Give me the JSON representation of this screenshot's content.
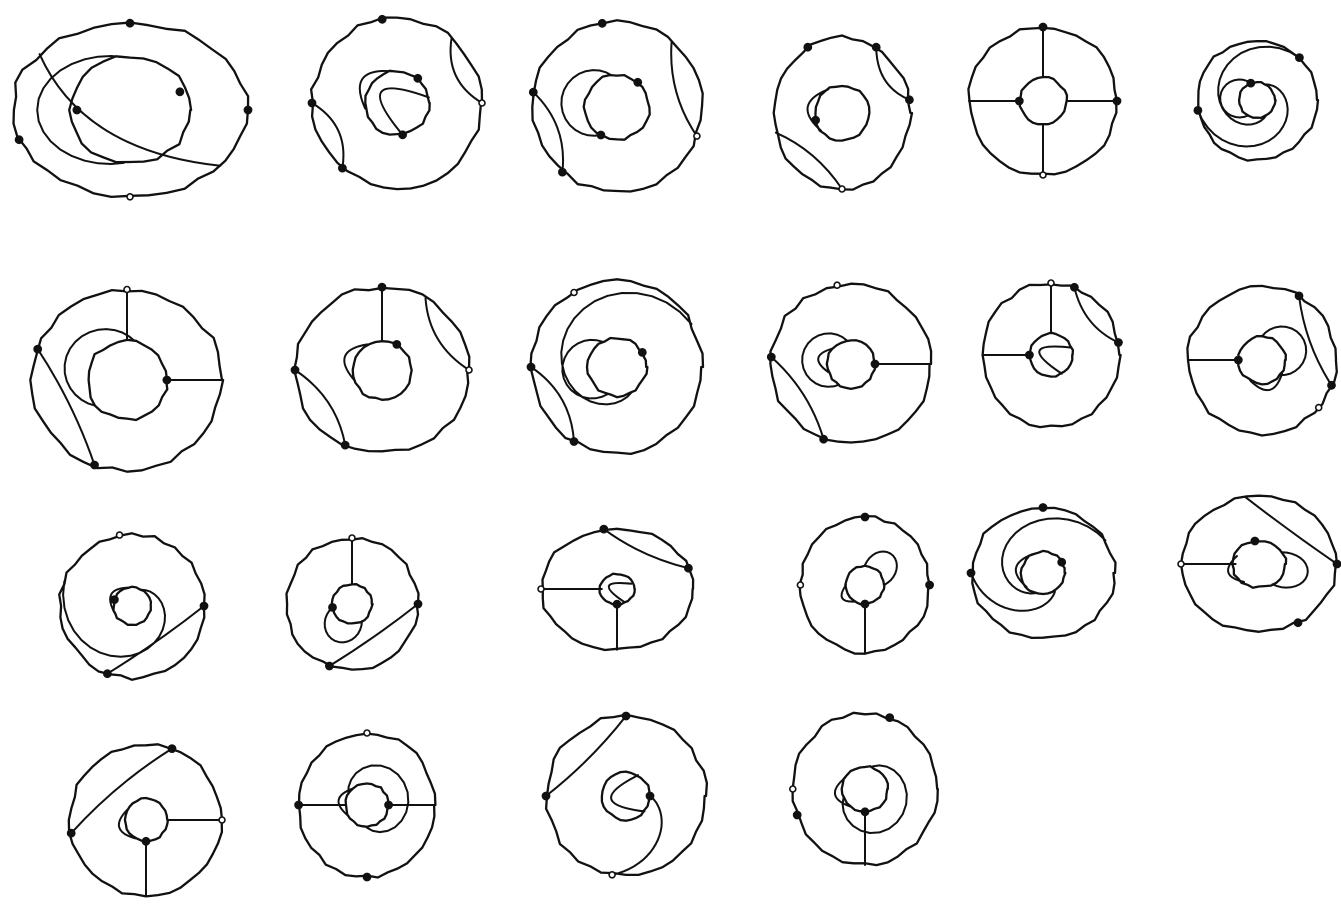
{
  "figure": {
    "ink_color": "#111111",
    "background_color": "#ffffff",
    "panel_count": 22,
    "rows": [
      {
        "diagrams": [
          {
            "id": "diagram-1",
            "outer_aspect": 1.36,
            "inner_ratio": 0.45,
            "arcs": [
              {
                "from": 140,
                "to": 320,
                "kind": "diagonal"
              },
              {
                "from": 95,
                "to": 265,
                "kind": "wrap"
              }
            ],
            "spokes": [],
            "vertices": [
              90,
              200,
              20,
              270,
              0,
              180
            ]
          },
          {
            "id": "diagram-2",
            "outer_aspect": 1.0,
            "inner_ratio": 0.38,
            "arcs": [
              {
                "from": 230,
                "to": 180,
                "kind": "chord"
              },
              {
                "from": 50,
                "to": 0,
                "kind": "chord"
              },
              {
                "from": 100,
                "to": 190,
                "kind": "inner-loop"
              },
              {
                "from": 280,
                "to": 10,
                "kind": "inner-loop"
              }
            ],
            "spokes": [],
            "vertices": [
              230,
              180,
              50,
              0,
              100,
              280
            ]
          },
          {
            "id": "diagram-3",
            "outer_aspect": 1.0,
            "inner_ratio": 0.38,
            "arcs": [
              {
                "from": 230,
                "to": 170,
                "kind": "chord"
              },
              {
                "from": 50,
                "to": 340,
                "kind": "chord"
              },
              {
                "from": 100,
                "to": 240,
                "kind": "wrap"
              }
            ],
            "spokes": [],
            "vertices": [
              230,
              170,
              50,
              340,
              100,
              240
            ]
          },
          {
            "id": "diagram-4",
            "outer_aspect": 0.9,
            "inner_ratio": 0.36,
            "arcs": [
              {
                "from": 60,
                "to": 10,
                "kind": "chord"
              },
              {
                "from": 195,
                "to": 270,
                "kind": "chord"
              },
              {
                "from": 120,
                "to": 220,
                "kind": "inner-loop"
              }
            ],
            "spokes": [],
            "vertices": [
              60,
              10,
              195,
              270,
              120
            ]
          },
          {
            "id": "diagram-5",
            "outer_aspect": 1.0,
            "inner_ratio": 0.32,
            "arcs": [],
            "spokes": [
              0,
              90,
              180,
              270
            ],
            "vertices": [
              0,
              90,
              180,
              270
            ]
          },
          {
            "id": "diagram-6",
            "outer_aspect": 1.0,
            "inner_ratio": 0.3,
            "arcs": [
              {
                "from": 45,
                "to": 300,
                "kind": "spiral"
              },
              {
                "from": 190,
                "to": 60,
                "kind": "spiral"
              },
              {
                "from": 110,
                "to": 240,
                "kind": "wrap"
              }
            ],
            "spokes": [],
            "vertices": [
              45,
              190,
              110
            ]
          }
        ]
      },
      {
        "diagrams": [
          {
            "id": "diagram-7",
            "outer_aspect": 1.05,
            "inner_ratio": 0.42,
            "arcs": [
              {
                "from": 250,
                "to": 160,
                "kind": "chord"
              },
              {
                "from": 80,
                "to": 220,
                "kind": "wrap"
              }
            ],
            "spokes": [
              0,
              90
            ],
            "vertices": [
              250,
              160,
              0,
              90
            ]
          },
          {
            "id": "diagram-8",
            "outer_aspect": 1.05,
            "inner_ratio": 0.34,
            "arcs": [
              {
                "from": 245,
                "to": 180,
                "kind": "chord"
              },
              {
                "from": 60,
                "to": 0,
                "kind": "chord"
              },
              {
                "from": 120,
                "to": 200,
                "kind": "inner-loop"
              }
            ],
            "spokes": [
              90
            ],
            "vertices": [
              245,
              180,
              60,
              0,
              90
            ]
          },
          {
            "id": "diagram-9",
            "outer_aspect": 1.0,
            "inner_ratio": 0.34,
            "arcs": [
              {
                "from": 240,
                "to": 180,
                "kind": "chord"
              },
              {
                "from": 30,
                "to": 300,
                "kind": "spiral"
              },
              {
                "from": 120,
                "to": 250,
                "kind": "wrap"
              }
            ],
            "spokes": [],
            "vertices": [
              240,
              180,
              30,
              120
            ]
          },
          {
            "id": "diagram-10",
            "outer_aspect": 1.0,
            "inner_ratio": 0.3,
            "arcs": [
              {
                "from": 250,
                "to": 175,
                "kind": "chord"
              },
              {
                "from": 100,
                "to": 240,
                "kind": "wrap"
              },
              {
                "from": 140,
                "to": 200,
                "kind": "inner-loop"
              }
            ],
            "spokes": [
              0
            ],
            "vertices": [
              250,
              175,
              0,
              100
            ]
          },
          {
            "id": "diagram-11",
            "outer_aspect": 0.95,
            "inner_ratio": 0.3,
            "arcs": [
              {
                "from": 70,
                "to": 10,
                "kind": "chord"
              },
              {
                "from": 300,
                "to": 20,
                "kind": "inner-loop"
              }
            ],
            "spokes": [
              180,
              90
            ],
            "vertices": [
              70,
              10,
              180,
              90
            ]
          },
          {
            "id": "diagram-12",
            "outer_aspect": 1.0,
            "inner_ratio": 0.32,
            "arcs": [
              {
                "from": 60,
                "to": 340,
                "kind": "chord"
              },
              {
                "from": 320,
                "to": 90,
                "kind": "wrap"
              },
              {
                "from": 240,
                "to": 330,
                "kind": "inner-loop"
              }
            ],
            "spokes": [
              180
            ],
            "vertices": [
              60,
              340,
              180,
              320
            ]
          }
        ]
      },
      {
        "diagrams": [
          {
            "id": "diagram-13",
            "outer_aspect": 1.0,
            "inner_ratio": 0.26,
            "arcs": [
              {
                "from": 250,
                "to": 0,
                "kind": "chord"
              },
              {
                "from": 160,
                "to": 60,
                "kind": "spiral"
              },
              {
                "from": 100,
                "to": 200,
                "kind": "inner-loop"
              }
            ],
            "spokes": [],
            "vertices": [
              250,
              0,
              160,
              100
            ]
          },
          {
            "id": "diagram-14",
            "outer_aspect": 1.0,
            "inner_ratio": 0.3,
            "arcs": [
              {
                "from": 250,
                "to": 0,
                "kind": "chord"
              },
              {
                "from": 190,
                "to": 300,
                "kind": "wrap"
              }
            ],
            "spokes": [
              90
            ],
            "vertices": [
              250,
              0,
              190,
              90
            ]
          },
          {
            "id": "diagram-15",
            "outer_aspect": 1.25,
            "inner_ratio": 0.2,
            "arcs": [
              {
                "from": 20,
                "to": 100,
                "kind": "chord"
              },
              {
                "from": 300,
                "to": 20,
                "kind": "inner-loop"
              }
            ],
            "spokes": [
              270,
              180
            ],
            "vertices": [
              20,
              100,
              270,
              180
            ]
          },
          {
            "id": "diagram-16",
            "outer_aspect": 0.95,
            "inner_ratio": 0.28,
            "arcs": [
              {
                "from": 0,
                "to": 90,
                "kind": "wrap"
              },
              {
                "from": 180,
                "to": 240,
                "kind": "inner-loop"
              }
            ],
            "spokes": [
              270
            ],
            "vertices": [
              0,
              90,
              270,
              180
            ]
          },
          {
            "id": "diagram-17",
            "outer_aspect": 1.1,
            "inner_ratio": 0.3,
            "arcs": [
              {
                "from": 180,
                "to": 300,
                "kind": "spiral"
              },
              {
                "from": 30,
                "to": 250,
                "kind": "spiral"
              },
              {
                "from": 120,
                "to": 220,
                "kind": "inner-loop"
              }
            ],
            "spokes": [],
            "vertices": [
              180,
              90,
              30
            ]
          },
          {
            "id": "diagram-18",
            "outer_aspect": 1.15,
            "inner_ratio": 0.3,
            "arcs": [
              {
                "from": 300,
                "to": 30,
                "kind": "wrap"
              },
              {
                "from": 0,
                "to": 100,
                "kind": "chord"
              },
              {
                "from": 160,
                "to": 230,
                "kind": "inner-loop"
              }
            ],
            "spokes": [
              180
            ],
            "vertices": [
              300,
              0,
              100,
              180
            ]
          }
        ]
      },
      {
        "diagrams": [
          {
            "id": "diagram-19",
            "outer_aspect": 1.0,
            "inner_ratio": 0.28,
            "arcs": [
              {
                "from": 190,
                "to": 70,
                "kind": "chord"
              },
              {
                "from": 150,
                "to": 240,
                "kind": "inner-loop"
              }
            ],
            "spokes": [
              270,
              0
            ],
            "vertices": [
              190,
              70,
              270,
              0
            ]
          },
          {
            "id": "diagram-20",
            "outer_aspect": 0.95,
            "inner_ratio": 0.3,
            "arcs": [
              {
                "from": 270,
                "to": 150,
                "kind": "wrap"
              },
              {
                "from": 130,
                "to": 210,
                "kind": "inner-loop"
              }
            ],
            "spokes": [
              180,
              0
            ],
            "vertices": [
              270,
              180,
              0,
              90
            ]
          },
          {
            "id": "diagram-21",
            "outer_aspect": 1.0,
            "inner_ratio": 0.3,
            "arcs": [
              {
                "from": 180,
                "to": 90,
                "kind": "chord"
              },
              {
                "from": 260,
                "to": 0,
                "kind": "spiral"
              },
              {
                "from": 60,
                "to": 320,
                "kind": "inner-loop"
              }
            ],
            "spokes": [],
            "vertices": [
              180,
              90,
              0,
              260
            ]
          },
          {
            "id": "diagram-22",
            "outer_aspect": 0.95,
            "inner_ratio": 0.3,
            "arcs": [
              {
                "from": 200,
                "to": 70,
                "kind": "wrap"
              },
              {
                "from": 150,
                "to": 230,
                "kind": "inner-loop"
              }
            ],
            "spokes": [
              270
            ],
            "vertices": [
              200,
              70,
              270,
              180
            ]
          }
        ]
      }
    ]
  }
}
